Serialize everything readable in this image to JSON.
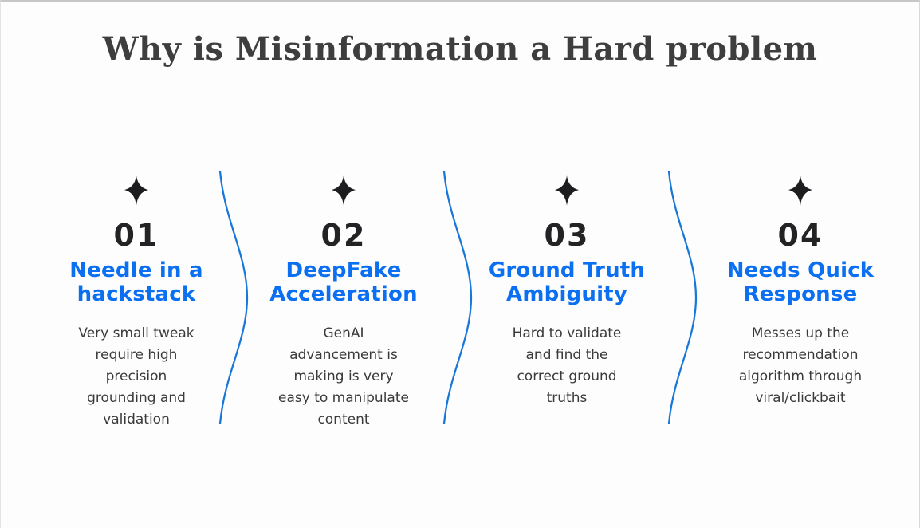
{
  "title": "Why is Misinformation a Hard problem",
  "colors": {
    "background": "#fdfdfd",
    "title_text": "#3e3e3e",
    "heading_blue": "#0b6ff2",
    "divider_blue": "#1878d8",
    "number_black": "#232325",
    "body_text": "#3a3a3a",
    "top_border": "#c7c7c7"
  },
  "items": [
    {
      "icon": "sparkle-icon",
      "number": "01",
      "heading": "Needle in a\nhackstack",
      "description": "Very small tweak\nrequire high\nprecision\ngrounding and\nvalidation"
    },
    {
      "icon": "sparkle-icon",
      "number": "02",
      "heading": "DeepFake\nAcceleration",
      "description": "GenAI\nadvancement is\nmaking is very\neasy to manipulate\ncontent"
    },
    {
      "icon": "sparkle-icon",
      "number": "03",
      "heading": "Ground Truth\nAmbiguity",
      "description": "Hard to validate\nand find the\ncorrect ground\ntruths"
    },
    {
      "icon": "sparkle-icon",
      "number": "04",
      "heading": "Needs Quick\nResponse",
      "description": "Messes up the\nrecommendation\nalgorithm through\nviral/clickbait"
    }
  ]
}
